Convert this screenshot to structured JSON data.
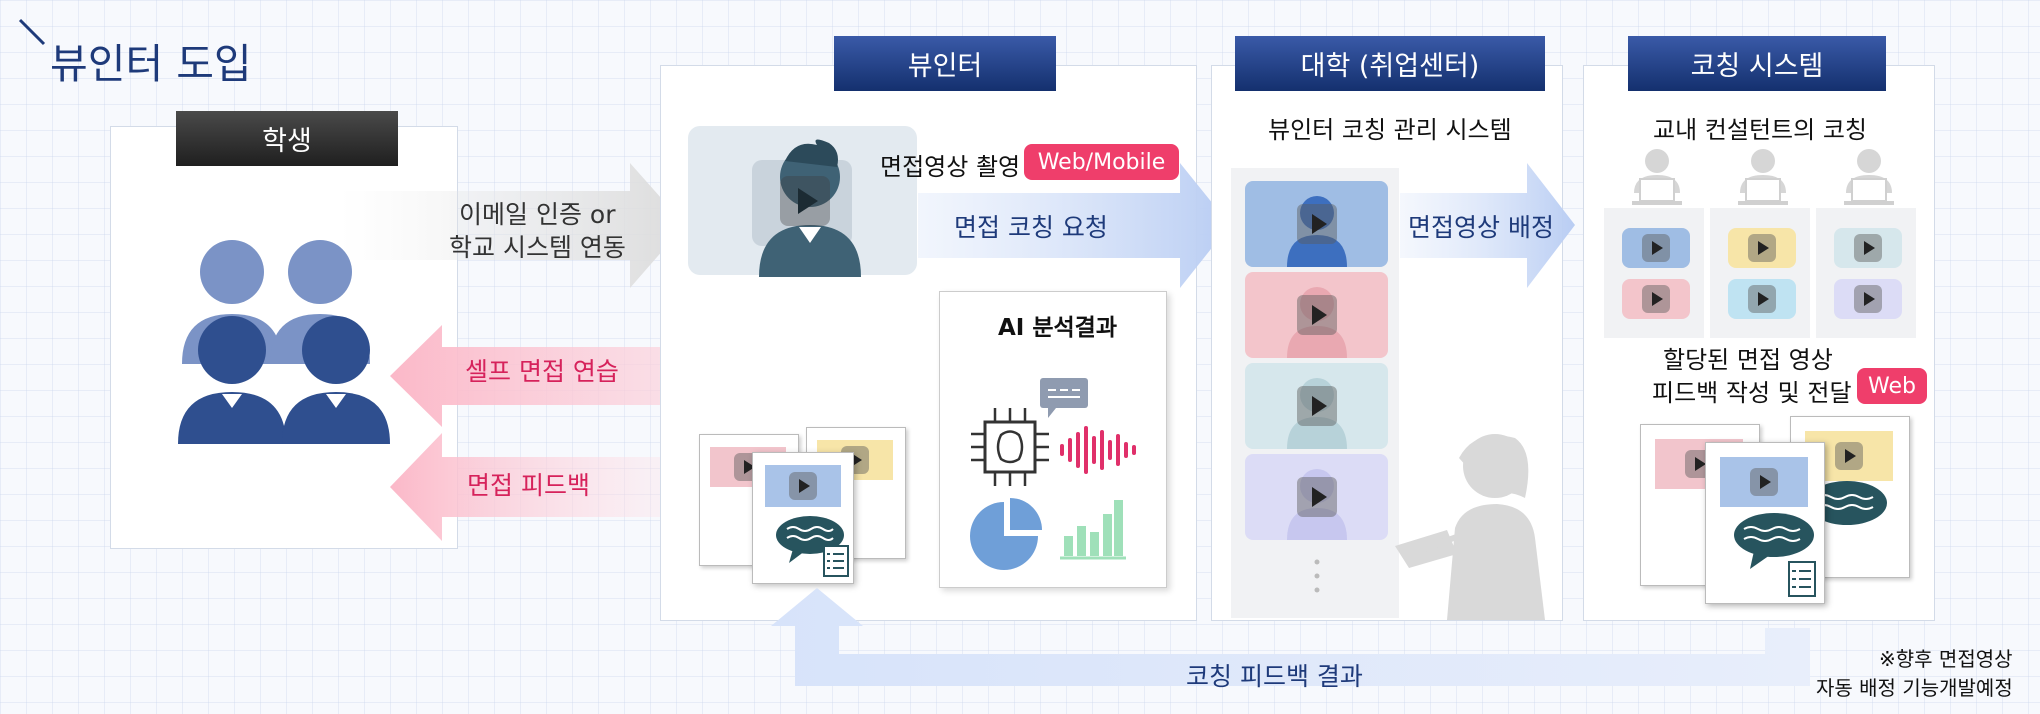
{
  "title": "뷰인터 도입",
  "student": {
    "header": "학생"
  },
  "arrows": {
    "email_auth": [
      "이메일 인증 or",
      "학교 시스템 연동"
    ],
    "self_practice": "셀프 면접 연습",
    "interview_feedback": "면접 피드백",
    "coaching_request": "면접 코칭 요청",
    "video_assignment": "면접영상 배정",
    "coaching_feedback_result": "코칭 피드백 결과"
  },
  "viewinter": {
    "header": "뷰인터",
    "video_recording": "면접영상 촬영",
    "platform_badge": "Web/Mobile",
    "ai_result_title": "AI 분석결과"
  },
  "university": {
    "header": "대학 (취업센터)",
    "subtitle": "뷰인터 코칭 관리 시스템"
  },
  "coaching_system": {
    "header": "코칭 시스템",
    "subtitle": "교내 컨설턴트의 코칭",
    "assigned_caption": [
      "할당된 면접 영상",
      "피드백 작성 및 전달"
    ],
    "platform_badge": "Web"
  },
  "footnote": [
    "※향후 면접영상",
    "자동 배정 기능개발예정"
  ],
  "colors": {
    "navy": "#1e3a7a",
    "accent_pink": "#d6225b",
    "badge_pink": "#ef3e6b",
    "arrow_blue": "#c6d7f6",
    "arrow_pink": "#fbc6d3",
    "person_blue": "#3d63a8"
  }
}
